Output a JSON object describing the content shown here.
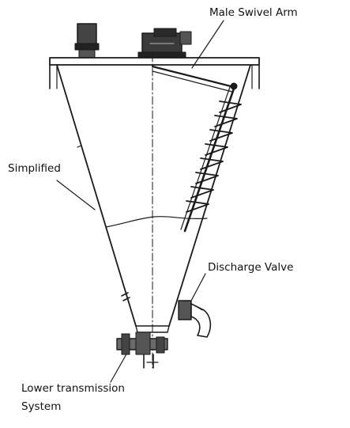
{
  "diagram": {
    "labels": {
      "male_swivel_arm": "Male Swivel Arm",
      "simplified": "Simplified",
      "discharge_valve": "Discharge Valve",
      "lower_transmission_line1": "Lower transmission",
      "lower_transmission_line2": "System"
    },
    "colors": {
      "ink": "#1a1a1a",
      "background": "#ffffff"
    }
  }
}
